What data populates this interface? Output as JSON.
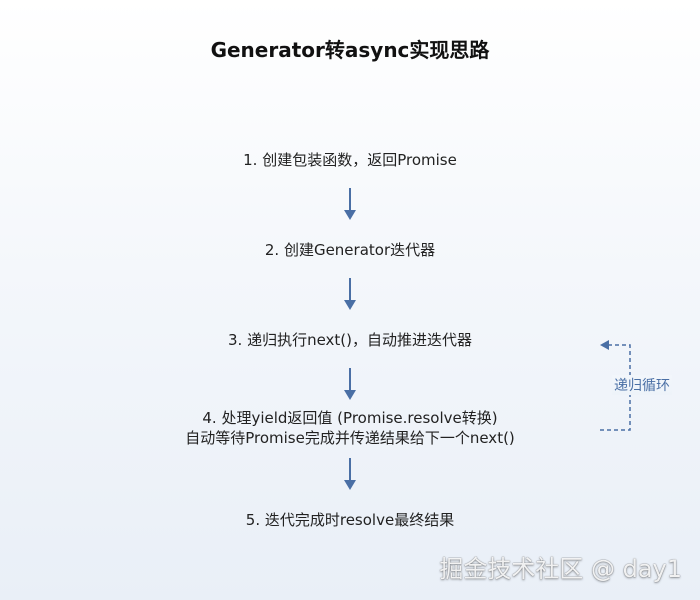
{
  "title": "Generator转async实现思路",
  "steps": [
    "1. 创建包装函数，返回Promise",
    "2. 创建Generator迭代器",
    "3. 递归执行next()，自动推进迭代器",
    "4. 处理yield返回值 (Promise.resolve转换)",
    "自动等待Promise完成并传递结果给下一个next()",
    "5. 迭代完成时resolve最终结果"
  ],
  "loop_label": "递归循环",
  "watermark": "掘金技术社区 @ day1",
  "colors": {
    "arrow": "#4a6fa5",
    "loop": "#4a6fa5",
    "text": "#222222"
  }
}
